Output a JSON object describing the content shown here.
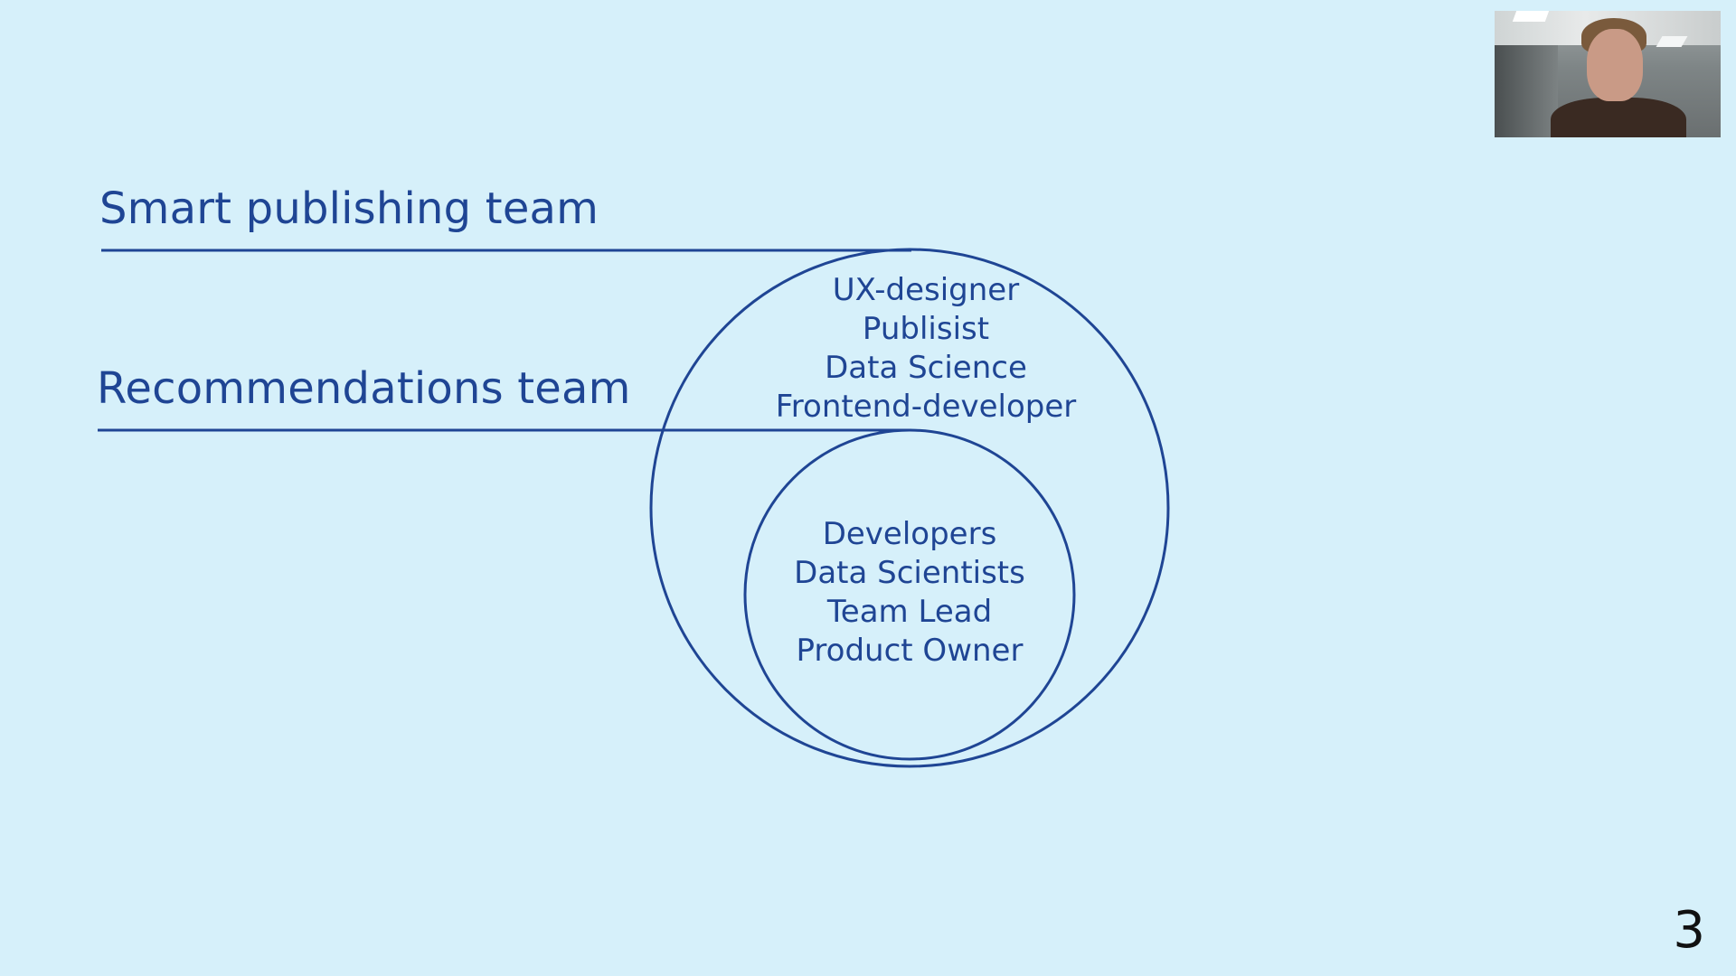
{
  "slide": {
    "teams": {
      "outer": {
        "label": "Smart publishing team",
        "roles": [
          "UX-designer",
          "Publisist",
          "Data Science",
          "Frontend-developer"
        ]
      },
      "inner": {
        "label": "Recommendations team",
        "roles": [
          "Developers",
          "Data Scientists",
          "Team Lead",
          "Product Owner"
        ]
      }
    },
    "page_number": "3"
  },
  "colors": {
    "background": "#d6f0fa",
    "diagram_line": "#1f4594",
    "text": "#1f4594"
  },
  "webcam": {
    "icon": "person-video-thumbnail"
  }
}
